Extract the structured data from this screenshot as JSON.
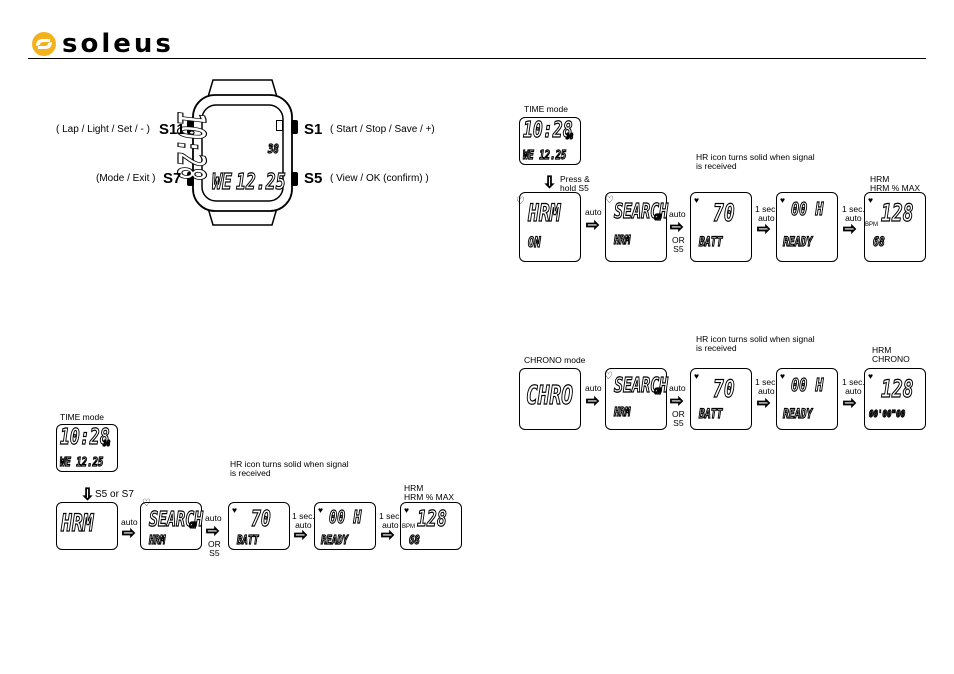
{
  "brand": {
    "name": "soleus",
    "accent": "#000000"
  },
  "watch_top": {
    "display": {
      "time": "10:28",
      "seconds": "38",
      "day": "WE",
      "date": "12.25"
    },
    "buttons": {
      "s11": {
        "label": "S11",
        "desc": "( Lap / Light / Set / - )"
      },
      "s1": {
        "label": "S1",
        "desc": "( Start / Stop / Save / +)"
      },
      "s7": {
        "label": "S7",
        "desc": "(Mode / Exit )"
      },
      "s5": {
        "label": "S5",
        "desc": "( View / OK (confirm) )"
      }
    }
  },
  "flow_bottom_left": {
    "mode_title": "TIME mode",
    "start_display": {
      "line1": "10:28",
      "line2": "WE 12.25",
      "sec": "38"
    },
    "trigger": "S5 or S7",
    "note": "HR icon turns solid when signal is received",
    "d1": {
      "main": "HRM"
    },
    "a1": "auto",
    "d2": {
      "main": "SEARCH",
      "sub": "HRM",
      "ch": "CH"
    },
    "a2": [
      "auto",
      "OR",
      "S5"
    ],
    "d3": {
      "main": "70",
      "sub": "BATT"
    },
    "a3": [
      "1 sec.",
      "auto"
    ],
    "d4": {
      "main": "00 H",
      "sub": "READY"
    },
    "a4": [
      "1 sec.",
      "auto"
    ],
    "d5": {
      "title": [
        "HRM",
        "HRM % MAX"
      ],
      "main": "128",
      "sub": "68",
      "bpm": "BPM"
    }
  },
  "flow_top_right": {
    "mode_title": "TIME mode",
    "start_display": {
      "line1": "10:28",
      "line2": "WE 12.25",
      "sec": "38"
    },
    "trigger": [
      "Press &",
      "hold S5"
    ],
    "note": "HR icon turns solid when signal is received",
    "d1": {
      "main": "HRM",
      "sub": "ON"
    },
    "a1": "auto",
    "d2": {
      "main": "SEARCH",
      "sub": "HRM",
      "ch": "CH"
    },
    "a2": [
      "auto",
      "OR",
      "S5"
    ],
    "d3": {
      "main": "70",
      "sub": "BATT"
    },
    "a3": [
      "1 sec.",
      "auto"
    ],
    "d4": {
      "main": "00 H",
      "sub": "READY"
    },
    "a4": [
      "1 sec.",
      "auto"
    ],
    "d5": {
      "title": [
        "HRM",
        "HRM % MAX"
      ],
      "main": "128",
      "sub": "68",
      "bpm": "BPM"
    }
  },
  "flow_chrono": {
    "mode_title": "CHRONO mode",
    "note": "HR icon turns solid when signal is received",
    "d1": {
      "main": "CHRO"
    },
    "a1": "auto",
    "d2": {
      "main": "SEARCH",
      "sub": "HRM",
      "ch": "CH"
    },
    "a2": [
      "auto",
      "OR",
      "S5"
    ],
    "d3": {
      "main": "70",
      "sub": "BATT"
    },
    "a3": [
      "1 sec.",
      "auto"
    ],
    "d4": {
      "main": "00 H",
      "sub": "READY"
    },
    "a4": [
      "1 sec.",
      "auto"
    ],
    "d5": {
      "title": [
        "HRM",
        "CHRONO"
      ],
      "main": "128",
      "sub": "00'00\"00"
    }
  }
}
